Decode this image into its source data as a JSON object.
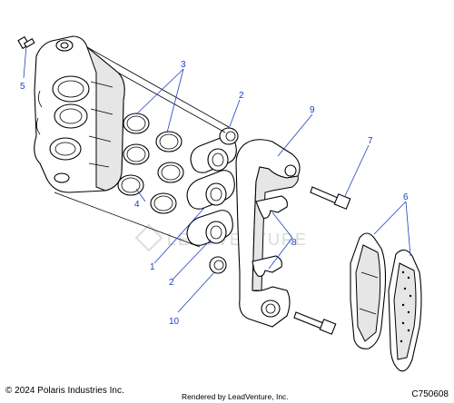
{
  "callouts": {
    "c1": "1",
    "c2a": "2",
    "c2b": "2",
    "c3": "3",
    "c4": "4",
    "c5": "5",
    "c6": "6",
    "c7": "7",
    "c8": "8",
    "c9": "9",
    "c10": "10"
  },
  "watermark": "LEADVENTURE",
  "footer": {
    "copyright": "© 2024 Polaris Industries Inc.",
    "rendered_by": "Rendered by LeadVenture, Inc.",
    "diagram_id": "C750608"
  },
  "colors": {
    "callout": "#1f3fbf",
    "line": "#000000"
  }
}
